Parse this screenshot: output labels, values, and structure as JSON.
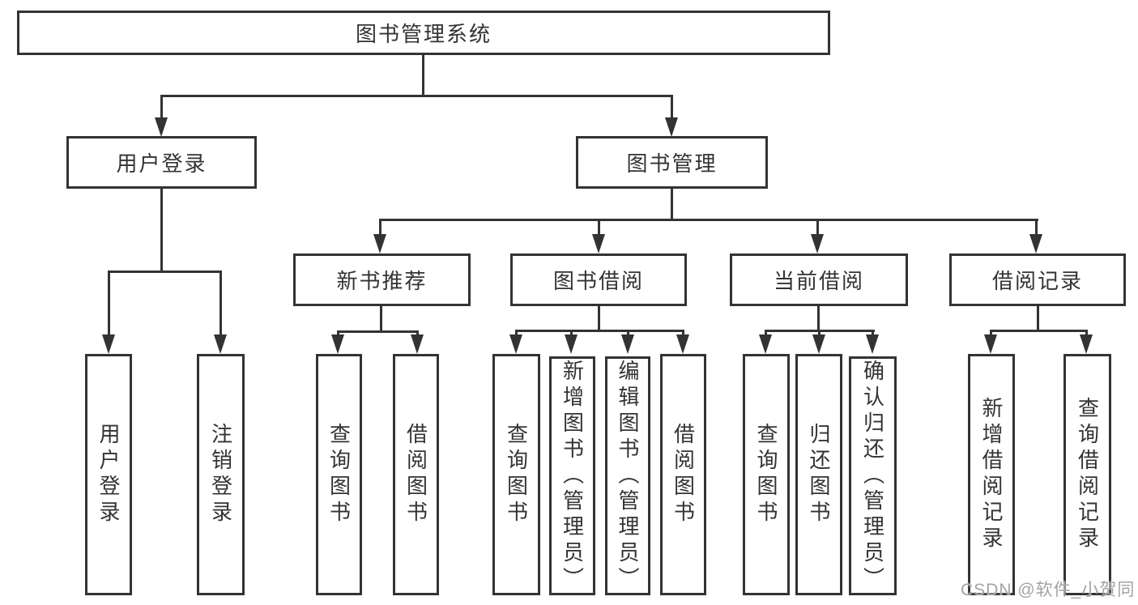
{
  "nodes": {
    "root": "图书管理系统",
    "user_login": "用户登录",
    "book_mgmt": "图书管理",
    "new_book_rec": "新书推荐",
    "book_borrow": "图书借阅",
    "current_borrow": "当前借阅",
    "borrow_records": "借阅记录",
    "leaf_user_login": "用户登录",
    "leaf_logout": "注销登录",
    "leaf_query_book_1": "查询图书",
    "leaf_borrow_book_1": "借阅图书",
    "leaf_query_book_2": "查询图书",
    "leaf_add_book": "新增图书（管理员）",
    "leaf_edit_book": "编辑图书（管理员）",
    "leaf_borrow_book_2": "借阅图书",
    "leaf_query_book_3": "查询图书",
    "leaf_return_book": "归还图书",
    "leaf_confirm_return": "确认归还（管理员）",
    "leaf_add_record": "新增借阅记录",
    "leaf_query_record": "查询借阅记录"
  },
  "hierarchy": {
    "图书管理系统": {
      "用户登录": [
        "用户登录",
        "注销登录"
      ],
      "图书管理": {
        "新书推荐": [
          "查询图书",
          "借阅图书"
        ],
        "图书借阅": [
          "查询图书",
          "新增图书（管理员）",
          "编辑图书（管理员）",
          "借阅图书"
        ],
        "当前借阅": [
          "查询图书",
          "归还图书",
          "确认归还（管理员）"
        ],
        "借阅记录": [
          "新增借阅记录",
          "查询借阅记录"
        ]
      }
    }
  },
  "watermark": "CSDN @软件_小贺同学",
  "colors": {
    "line": "#333333",
    "text": "#333333",
    "watermark": "#a3a3a3",
    "background": "#ffffff"
  }
}
